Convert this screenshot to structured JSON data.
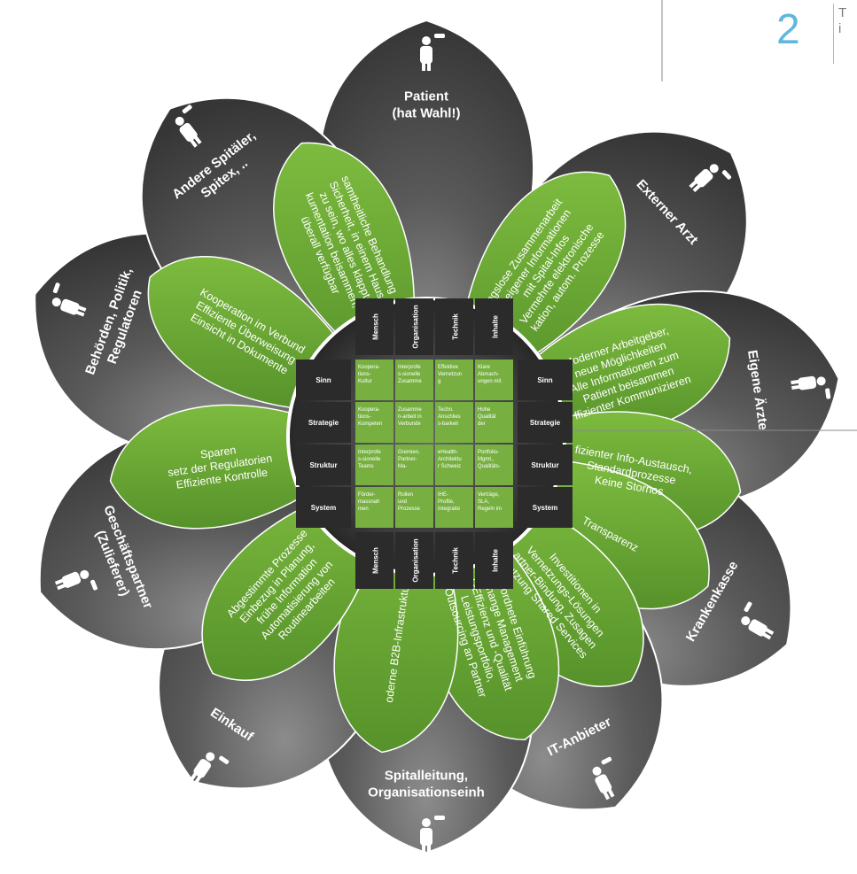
{
  "header": {
    "page_number": "2",
    "snippet": "T\ni"
  },
  "colors": {
    "petal_dark": "#454545",
    "petal_light": "#7e7e7e",
    "green": "#6aa82f",
    "green_dark": "#4f8a22",
    "center": "#2f2f2f",
    "cell": "#77b041",
    "accent": "#5fb7dd"
  },
  "stakeholders": [
    {
      "label": "Patient\n(hat Wahl!)",
      "icon": "person-icon"
    },
    {
      "label": "Externer Arzt",
      "icon": "person-icon"
    },
    {
      "label": "Eigene Ärzte",
      "icon": "person-icon"
    },
    {
      "label": "Krankenkasse",
      "icon": "person-icon"
    },
    {
      "label": "IT-Anbieter",
      "icon": "person-icon"
    },
    {
      "label": "Spitalleitung,\nOrganisationseinh",
      "icon": "person-icon"
    },
    {
      "label": "Einkauf",
      "icon": "person-icon"
    },
    {
      "label": "Geschäftspartner\n(Zulieferer)",
      "icon": "person-icon"
    },
    {
      "label": "Behörden, Politik,\nRegulatoren",
      "icon": "person-icon"
    },
    {
      "label": "Andere Spitäler,\nSpitex, ..",
      "icon": "person-icon"
    }
  ],
  "needs": [
    {
      "lines": [
        "ngslose Zusammenarbeit",
        "g eigener Informationen",
        "mit Spital-Infos",
        "Vermehrte elektronische",
        "kation, autom. Prozesse"
      ]
    },
    {
      "lines": [
        "Moderner Arbeitgeber,",
        "neue Möglichkeiten",
        "Alle Informationen zum",
        "Patient beisammen",
        "ffizienter Kommunizieren"
      ]
    },
    {
      "lines": [
        "fizienter Info-Austausch,",
        "Standardprozesse",
        "Keine Stornos"
      ]
    },
    {
      "lines": [
        "Transparenz"
      ]
    },
    {
      "lines": [
        "Investitionen in",
        "Vernetzungs-Lösungen",
        "artner-Bindung, Zusagen",
        "Nutzung Shared Services"
      ]
    },
    {
      "lines": [
        "Geordnete Einführung",
        "Change Management",
        "s-Effizienz und -Qualität",
        "Leistungsportfolio,",
        "Outsourcing an Partner"
      ]
    },
    {
      "lines": [
        "oderne B2B-Infrastruktur"
      ]
    },
    {
      "lines": [
        "Abgestimmte Prozesse",
        "Einbezug in Planung,",
        "frühe Information",
        "Automatisierung von",
        "Routinearbeiten"
      ]
    },
    {
      "lines": [
        "Sparen",
        "setz der Regulatorien",
        "Effiziente Kontrolle"
      ]
    },
    {
      "lines": [
        "Kooperation im Verbund",
        "Effiziente Überweisung",
        "Einsicht in Dokumente"
      ]
    },
    {
      "lines": [
        "samtheitliche Behandlung",
        "Sicherheit, in einem Haus",
        "zu sein, wo alles klappt",
        "kumentation beisammen,",
        "überall verfügbar"
      ]
    }
  ],
  "matrix": {
    "columns": [
      "Mensch",
      "Organisation",
      "Technik",
      "Inhalte"
    ],
    "rows": [
      "Sinn",
      "Strategie",
      "Struktur",
      "System"
    ],
    "cells": [
      [
        "Koopera-\ntions-\nKultur",
        "Interprofe\ns-sionelle\nZusamme",
        "Effektive\nVernetzun\ng",
        "Klare\nAbmach-\nungen mit"
      ],
      [
        "Koopera-\ntions-\nKompeten",
        "Zusamme\nn-arbeit in\nVerbunde",
        "Techn.\nAnschlies\ns-barkeit",
        "Hohe\nQualität\nder"
      ],
      [
        "Interprofe\ns-sionelle\nTeams",
        "Gremien,\nPartner-\nMa-",
        "eHealth-\nArchitektu\nr Schweiz",
        "Portfolio-\nMgmt.,\nQualitäts-"
      ],
      [
        "Förder-\nmassnah\nmen",
        "Rollen\nund\nProzesse",
        "IHE-\nProfile,\nIntegratio",
        "Verträge,\nSLA,\nRegeln im"
      ]
    ]
  }
}
